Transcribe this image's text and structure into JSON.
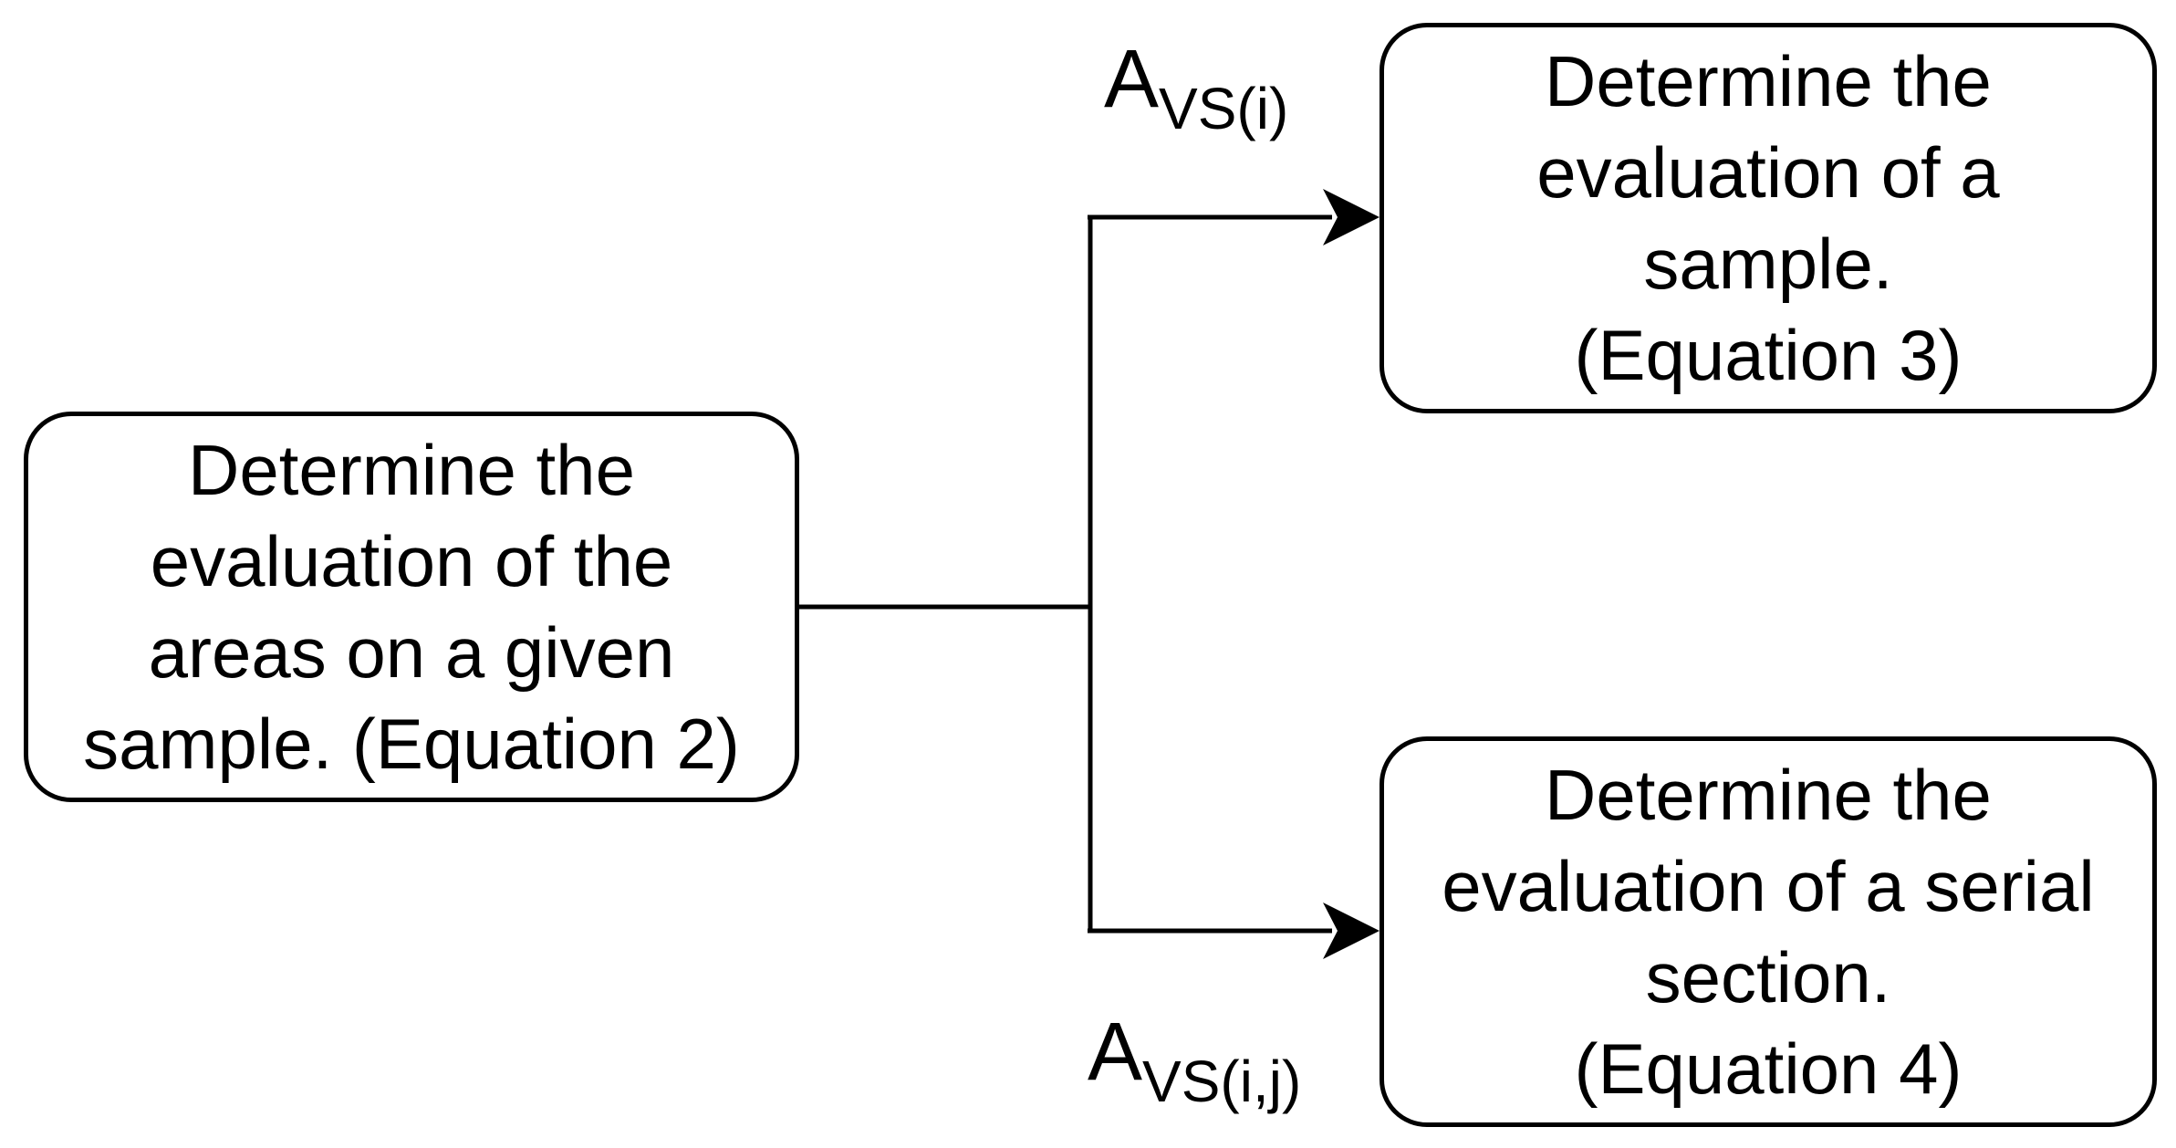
{
  "diagram": {
    "nodes": [
      {
        "id": "source",
        "text": "Determine the\nevaluation of the\nareas on a given\nsample. (Equation 2)"
      },
      {
        "id": "sample",
        "text": "Determine the\nevaluation of a\nsample.\n(Equation 3)"
      },
      {
        "id": "serial",
        "text": "Determine the\nevaluation of a serial\nsection.\n(Equation 4)"
      }
    ],
    "edges": [
      {
        "from": "source",
        "to": "sample",
        "label_main": "A",
        "label_sub": "VS(i)"
      },
      {
        "from": "source",
        "to": "serial",
        "label_main": "A",
        "label_sub": "VS(i,j)"
      }
    ],
    "colors": {
      "stroke": "#000000",
      "fill": "#ffffff",
      "text": "#000000"
    }
  }
}
